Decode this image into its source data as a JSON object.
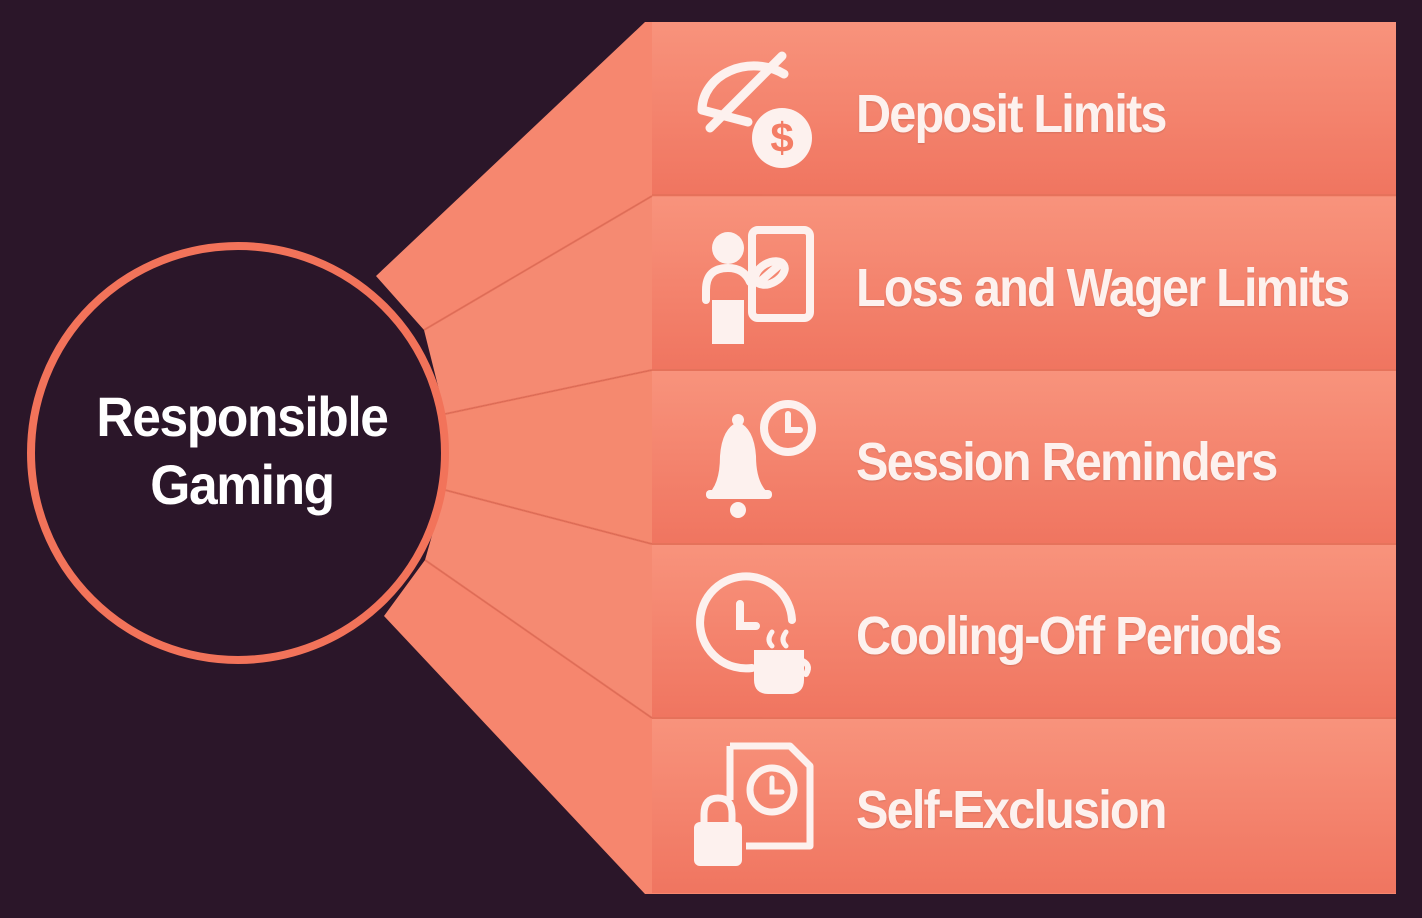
{
  "hub": {
    "title_line1": "Responsible",
    "title_line2": "Gaming"
  },
  "items": [
    {
      "label": "Deposit Limits",
      "icon": "deposit-limit-icon"
    },
    {
      "label": "Loss and Wager Limits",
      "icon": "wager-limit-icon"
    },
    {
      "label": "Session Reminders",
      "icon": "bell-clock-icon"
    },
    {
      "label": "Cooling-Off Periods",
      "icon": "clock-coffee-icon"
    },
    {
      "label": "Self-Exclusion",
      "icon": "lock-document-clock-icon"
    }
  ],
  "colors": {
    "background": "#2b1629",
    "band": "#f47d65",
    "band_light": "#f7917a",
    "hub_fill": "#2b1629",
    "hub_ring": "#f2735a",
    "text": "#fdf1ee"
  }
}
